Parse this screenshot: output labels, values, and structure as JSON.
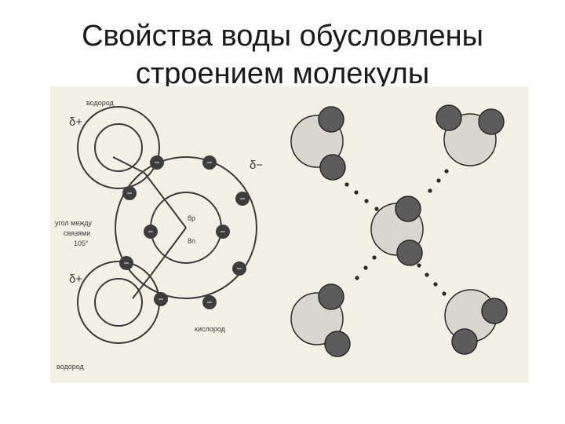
{
  "slide": {
    "title_line1": "Свойства воды обусловлены",
    "title_line2": "строением молекулы"
  },
  "figure": {
    "labels": {
      "hydrogen_top": "водород",
      "hydrogen_bottom": "водород",
      "delta_plus_top": "δ+",
      "delta_plus_bottom": "δ+",
      "delta_minus": "δ−",
      "angle_line1": "угол между",
      "angle_line2": "связями",
      "angle_line3": "105°",
      "nucleus_protons": "8p",
      "nucleus_neutrons": "8n",
      "oxygen": "кислород"
    },
    "electron_symbol": "−",
    "colors": {
      "background": "#f3f0e6",
      "line": "#3a3a3a",
      "oxygen_fill": "#d8d6cf",
      "hydrogen_fill": "#5c5c5c",
      "electron_fill": "#3d3d3d"
    }
  }
}
